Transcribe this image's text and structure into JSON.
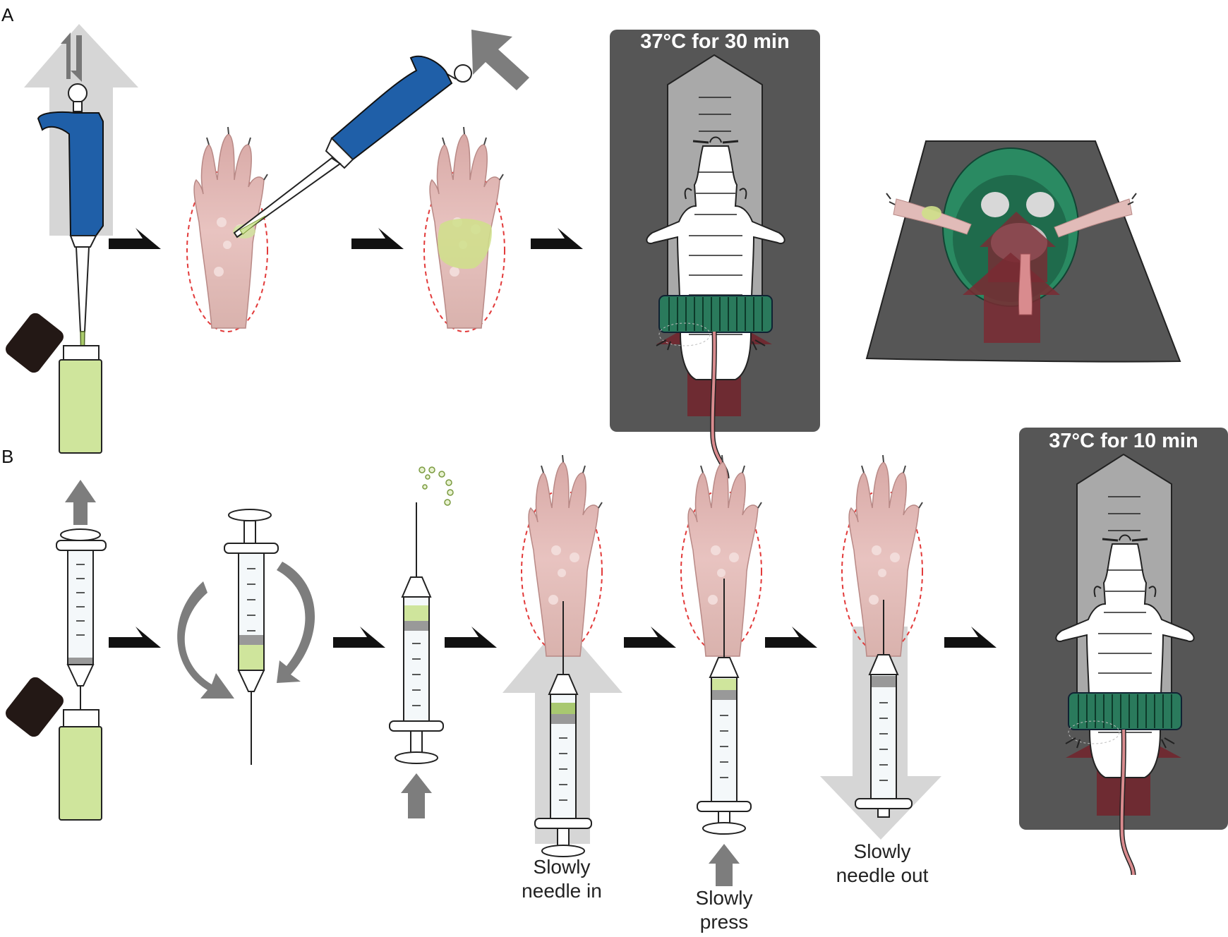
{
  "panels": {
    "a": {
      "label": "A",
      "incubation": "37°C for 30 min"
    },
    "b": {
      "label": "B",
      "incubation": "37°C for 10 min"
    }
  },
  "steps": {
    "needle_in": [
      "Slowly",
      "needle in"
    ],
    "press": [
      "Slowly",
      "press"
    ],
    "needle_out": [
      "Slowly",
      "needle out"
    ]
  },
  "colors": {
    "pipette": "#1f5fa8",
    "solution": "#cfe59c",
    "dark_box": "#565656",
    "restrainer_cap": "#2a7a5c",
    "red_arrow": "#7a2a33",
    "gray_arrow": "#7d7d7d",
    "light_arrow": "#d9d9d9",
    "injection_site": "#e23a3a"
  },
  "icons": [
    "pipette",
    "syringe",
    "vial",
    "mouse-paw",
    "mouse-restrainer",
    "step-arrow"
  ]
}
